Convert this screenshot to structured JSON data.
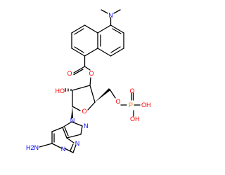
{
  "molecule": {
    "atoms": {
      "n_dimethyl": "N",
      "o_carbonyl": "O",
      "o_ester": "O",
      "o_hydroxyl": "HO",
      "o_ring": "O",
      "o_phosphate_link": "O",
      "p_phosphorus": "P",
      "o_phosphoryl": "O",
      "oh_phosphate_top": "OH",
      "oh_phosphate_bottom": "OH",
      "n9": "N",
      "n7": "N",
      "n3": "N",
      "n1": "N",
      "nh2": "H2N"
    }
  },
  "colors": {
    "oxygen": "#ff0000",
    "nitrogen": "#0000ff",
    "phosphorus": "#ff8000",
    "bond": "#000000"
  }
}
